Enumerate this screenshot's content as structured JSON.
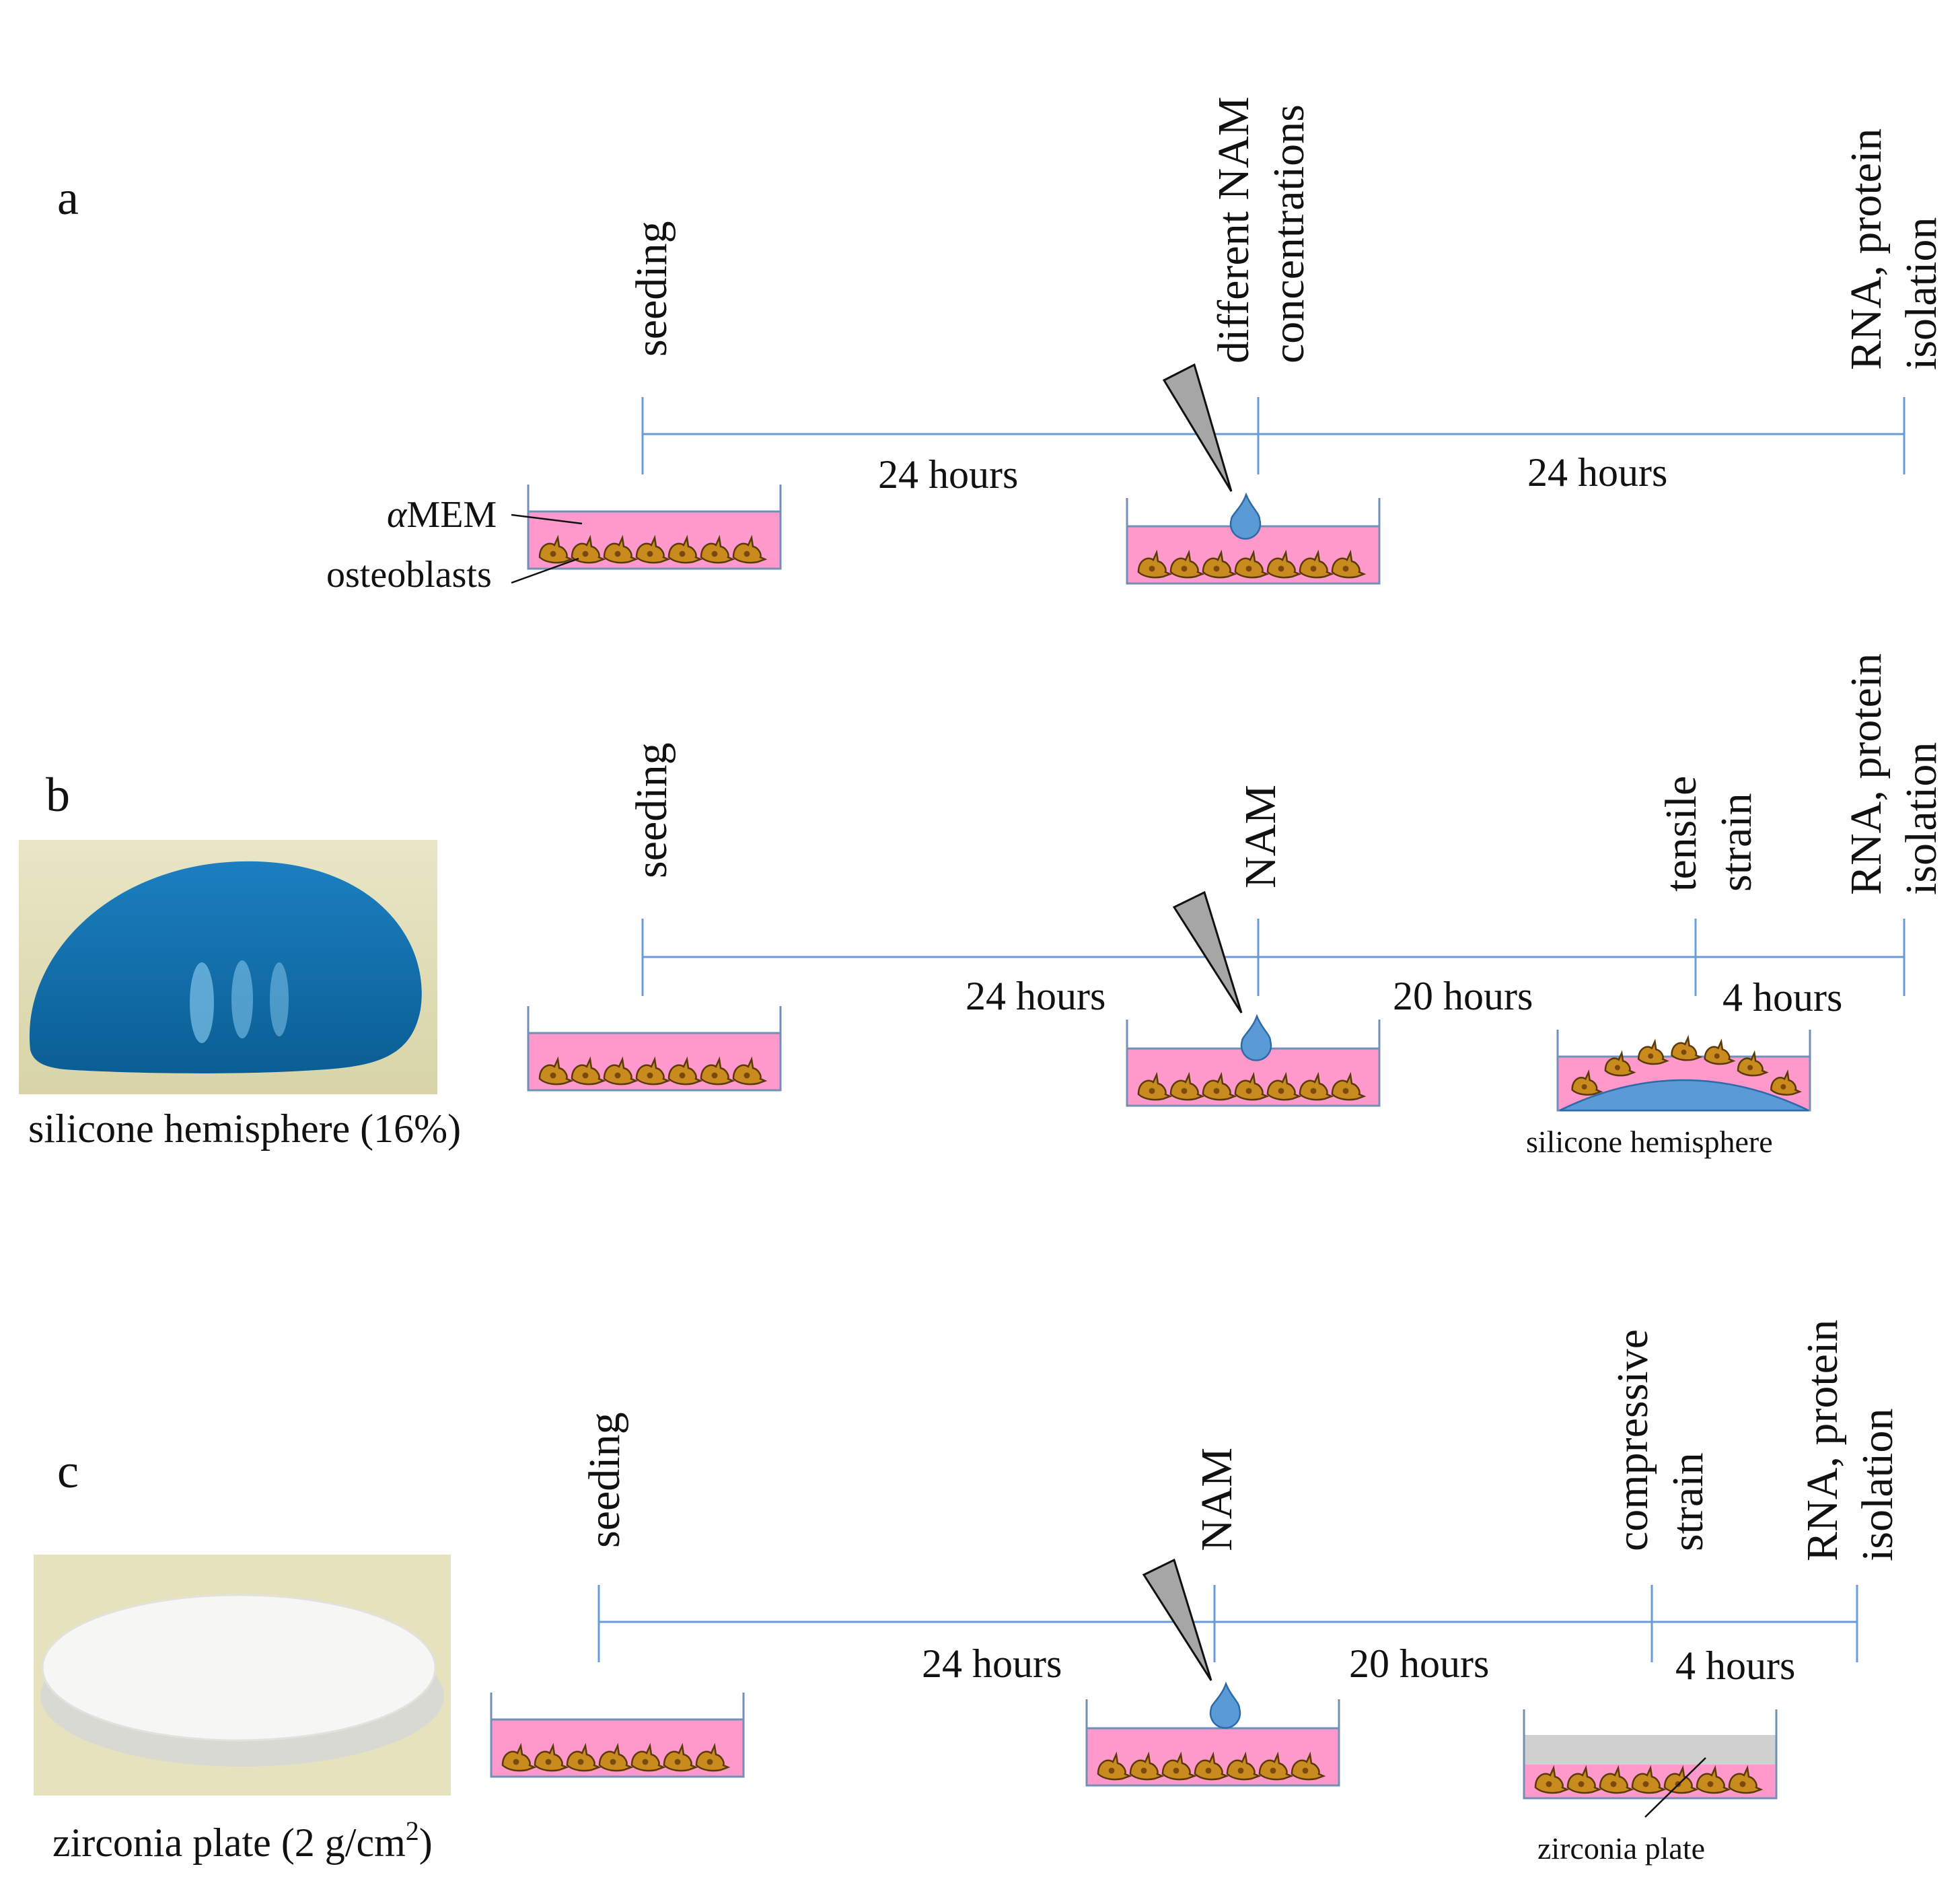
{
  "panels": [
    {
      "id": "a",
      "label": "a",
      "steps": [
        "seeding",
        "different NAM concentrations",
        "RNA, protein isolation"
      ],
      "intervals": [
        "24 hours",
        "24 hours"
      ],
      "annotations": [
        "αMEM",
        "osteoblasts"
      ]
    },
    {
      "id": "b",
      "label": "b",
      "steps": [
        "seeding",
        "NAM",
        "tensile strain",
        "RNA, protein isolation"
      ],
      "intervals": [
        "24 hours",
        "20 hours",
        "4 hours"
      ],
      "photo_caption": "silicone hemisphere (16%)",
      "annotations": [
        "silicone hemisphere"
      ]
    },
    {
      "id": "c",
      "label": "c",
      "steps": [
        "seeding",
        "NAM",
        "compressive strain",
        "RNA, protein isolation"
      ],
      "intervals": [
        "24 hours",
        "20 hours",
        "4 hours"
      ],
      "photo_caption": "zirconia plate (2 g/cm2)",
      "photo_caption_parts": {
        "main": "zirconia plate (2 g/cm",
        "sup": "2",
        "end": ")"
      },
      "annotations": [
        "zirconia plate"
      ]
    }
  ],
  "colors": {
    "timeline": "#6a9bd6",
    "medium": "#ff99cc",
    "cells": "#c98a1e",
    "drop": "#5b9bd5",
    "pipette": "#a6a6a6",
    "silicone": "#5b9bd5",
    "zirconia": "#d0d0d0"
  }
}
